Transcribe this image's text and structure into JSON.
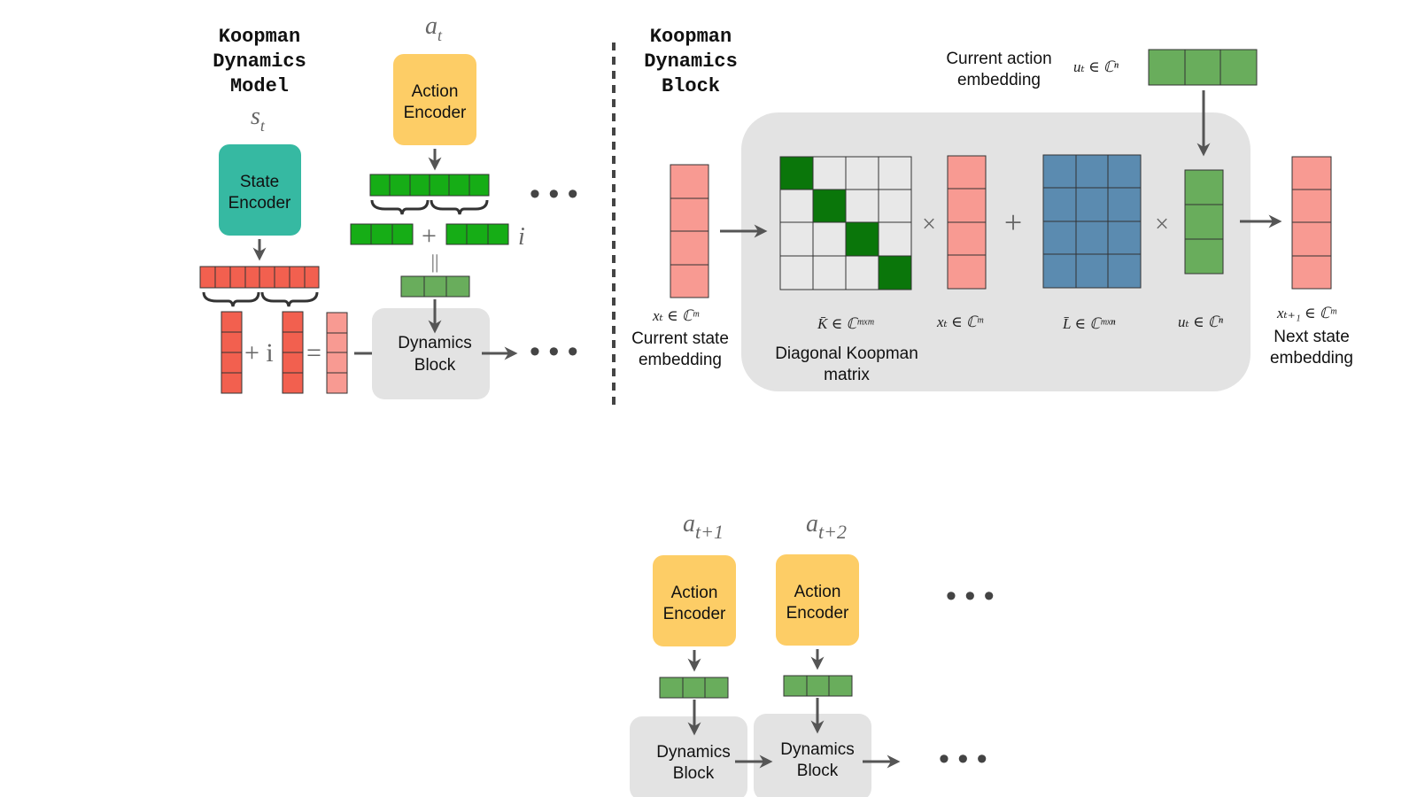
{
  "colors": {
    "state_encoder": "#36b9a2",
    "action_encoder": "#fdcd66",
    "block_bg": "#e3e3e3",
    "red_bar": "#f2604f",
    "pink_bar": "#f89a92",
    "bright_green": "#16ad16",
    "soft_green": "#69ad5c",
    "dark_green": "#0a760a",
    "blue": "#5b8bb0",
    "arrow": "#555555"
  },
  "left": {
    "title_lines": [
      "Koopman",
      "Dynamics",
      "Model"
    ],
    "state_symbol": "s",
    "state_sub": "t",
    "action_symbol": "a",
    "action_sub": "t",
    "state_encoder_lines": [
      "State",
      "Encoder"
    ],
    "action_encoder_lines": [
      "Action",
      "Encoder"
    ],
    "plus_i": "+ i",
    "equals": "=",
    "plus": "+",
    "i_label": "i",
    "parallel": "||",
    "dynamics_block_lines": [
      "Dynamics",
      "Block"
    ],
    "ellipsis": "• • •"
  },
  "right": {
    "title_lines": [
      "Koopman",
      "Dynamics",
      "Block"
    ],
    "action_embedding_lines": [
      "Current action",
      "embedding"
    ],
    "u_label": "uₜ ∈ ℂⁿ",
    "x_label": "xₜ ∈ ℂᵐ",
    "state_embedding_lines": [
      "Current state",
      "embedding"
    ],
    "K_label": "K̄ ∈ ℂᵐˣᵐ",
    "K_caption_lines": [
      "Diagonal Koopman",
      "matrix"
    ],
    "x_label_mid": "xₜ ∈ ℂᵐ",
    "L_label": "L̄ ∈ ℂᵐˣⁿ",
    "u_label_mid": "uₜ ∈ ℂⁿ",
    "next_label": "xₜ₊₁ ∈ ℂᵐ",
    "next_caption_lines": [
      "Next state",
      "embedding"
    ],
    "times": "×",
    "plus": "+"
  },
  "bottom": {
    "a1_symbol": "a",
    "a1_sub": "t+1",
    "a2_symbol": "a",
    "a2_sub": "t+2",
    "action_encoder_lines": [
      "Action",
      "Encoder"
    ],
    "dynamics_block_lines": [
      "Dynamics",
      "Block"
    ],
    "ellipsis": "• • •"
  }
}
